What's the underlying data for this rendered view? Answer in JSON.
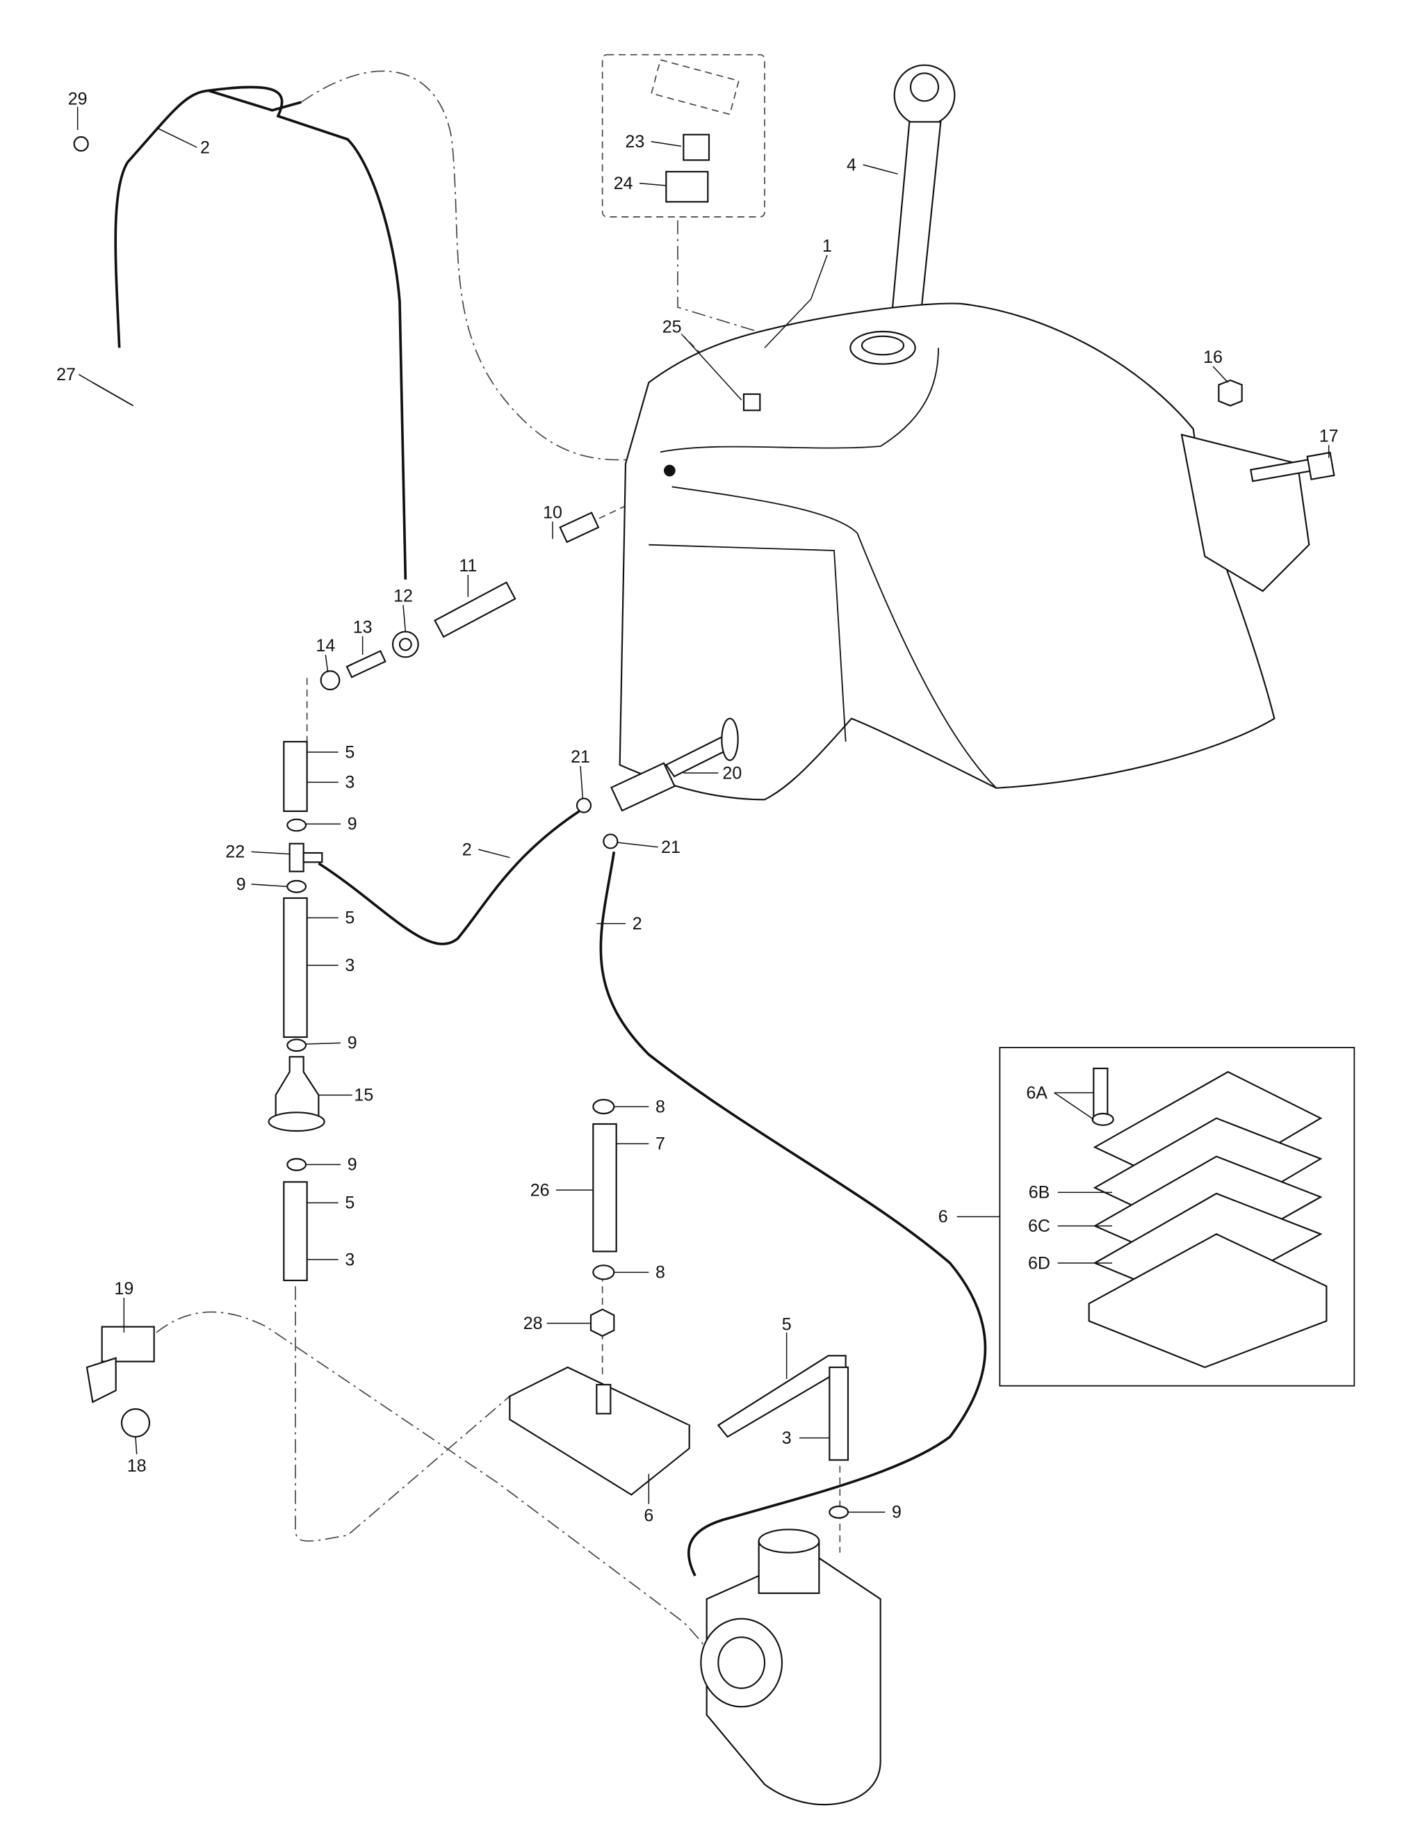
{
  "diagram": {
    "title": "Fuel system exploded parts diagram",
    "callouts": {
      "c1": "1",
      "c2a": "2",
      "c2b": "2",
      "c2c": "2",
      "c3a": "3",
      "c3b": "3",
      "c3c": "3",
      "c3d": "3",
      "c4": "4",
      "c5a": "5",
      "c5b": "5",
      "c5c": "5",
      "c5d": "5",
      "c6a": "6",
      "c6b": "6",
      "c6A": "6A",
      "c6B": "6B",
      "c6C": "6C",
      "c6D": "6D",
      "c7": "7",
      "c8a": "8",
      "c8b": "8",
      "c9a": "9",
      "c9b": "9",
      "c9c": "9",
      "c9d": "9",
      "c9e": "9",
      "c10": "10",
      "c11": "11",
      "c12": "12",
      "c13": "13",
      "c14": "14",
      "c15": "15",
      "c16": "16",
      "c17": "17",
      "c18": "18",
      "c19": "19",
      "c20": "20",
      "c21a": "21",
      "c21b": "21",
      "c22": "22",
      "c23": "23",
      "c24": "24",
      "c25": "25",
      "c26": "26",
      "c27": "27",
      "c28": "28",
      "c29": "29"
    }
  }
}
